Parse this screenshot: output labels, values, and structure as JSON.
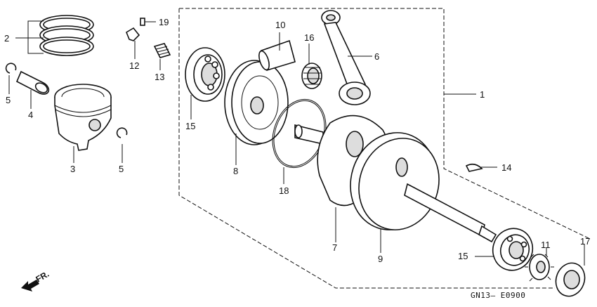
{
  "labels": {
    "l1": "1",
    "l2": "2",
    "l3": "3",
    "l4": "4",
    "l5a": "5",
    "l5b": "5",
    "l6": "6",
    "l7": "7",
    "l8": "8",
    "l9": "9",
    "l10": "10",
    "l11": "11",
    "l12": "12",
    "l13": "13",
    "l14": "14",
    "l15a": "15",
    "l15b": "15",
    "l16": "16",
    "l17": "17",
    "l18": "18",
    "l19": "19"
  },
  "diagram_code": "GN13— E0900",
  "direction_label": "FR."
}
